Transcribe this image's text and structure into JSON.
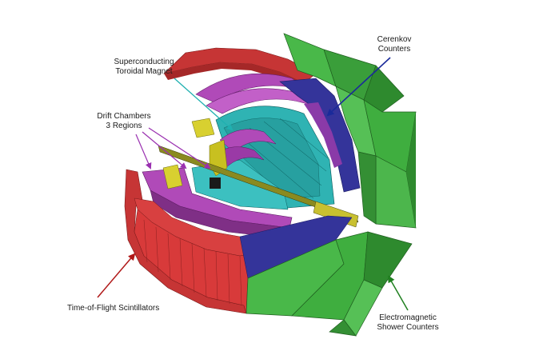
{
  "labels": {
    "cerenkov_line1": "Cerenkov",
    "cerenkov_line2": "Counters",
    "magnet_line1": "Superconducting",
    "magnet_line2": "Toroidal  Magnet",
    "drift_line1": "Drift Chambers",
    "drift_line2": "3 Regions",
    "tof": "Time-of-Flight Scintillators",
    "ec_line1": "Electromagnetic",
    "ec_line2": "Shower Counters"
  },
  "colors": {
    "calorimeter_green": "#3fae3f",
    "calorimeter_green_dark": "#2e8a2e",
    "scintillator_red": "#d83a3a",
    "scintillator_red_dark": "#a52828",
    "cerenkov_blue": "#34349a",
    "drift_magenta": "#b04ab8",
    "drift_magenta_dark": "#7f2f86",
    "magnet_cyan": "#2fb3b3",
    "beamline_yellow": "#d8d030",
    "arrow_cyan": "#20b0b0",
    "arrow_purple": "#9a30b0",
    "arrow_blue": "#1a2a9a",
    "arrow_red": "#b01818",
    "arrow_green": "#208020"
  }
}
